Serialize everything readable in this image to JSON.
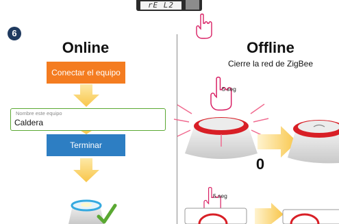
{
  "header": {
    "lcd_text": "rE L2"
  },
  "step": {
    "number": "6"
  },
  "online": {
    "title": "Online",
    "connect_button": "Conectar el equipo",
    "name_field": {
      "label": "Nombre este equipo",
      "value": "Caldera"
    },
    "finish_button": "Terminar"
  },
  "offline": {
    "title": "Offline",
    "subtitle": "Cierre la red de ZigBee",
    "press_duration_top": "5 seg",
    "or_label": "0",
    "press_duration_bottom": "5 seg"
  },
  "colors": {
    "orange": "#f47c20",
    "blue": "#2d7ec3",
    "green": "#5aa832",
    "arrow_yellow": "#f8c64a",
    "device_red": "#d81f26",
    "badge_navy": "#1f3a5f"
  },
  "icons": [
    "hand-pointer-icon",
    "arrow-down-icon",
    "arrow-right-icon",
    "check-icon",
    "hub-device-icon"
  ]
}
